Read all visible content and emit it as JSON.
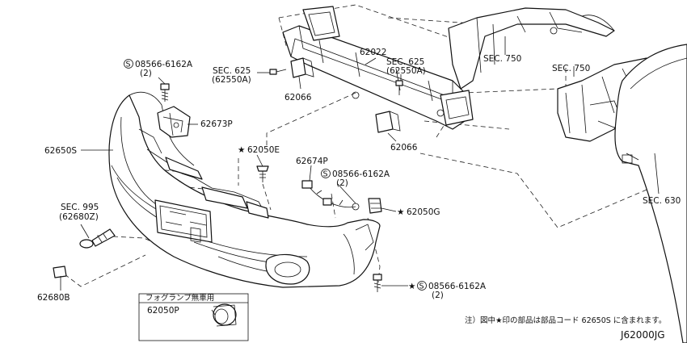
{
  "diagram_id": "J62000JG",
  "note": "注）図中★印の部品は部品コード 62650S に含まれます。",
  "fog_box_title": "フォグランプ無車用",
  "callouts": {
    "bolt_top_code": "08566-6162A",
    "bolt_top_qty": "(2)",
    "p62673p": "62673P",
    "p62650s": "62650S",
    "p62050e": "62050E",
    "sec995": "SEC. 995",
    "sec995_sub": "(62680Z)",
    "p62680b": "62680B",
    "p62050p": "62050P",
    "sec625a": "SEC. 625",
    "sec625a_sub": "(62550A)",
    "p62066a": "62066",
    "p62022": "62022",
    "sec625b": "SEC. 625",
    "sec625b_sub": "(62550A)",
    "p62066b": "62066",
    "sec750a": "SEC. 750",
    "sec750b": "SEC. 750",
    "p62674p": "62674P",
    "bolt_mid_code": "08566-6162A",
    "bolt_mid_qty": "(2)",
    "p62050g": "62050G",
    "sec630": "SEC. 630",
    "bolt_bot_code": "08566-6162A",
    "bolt_bot_qty": "(2)"
  }
}
